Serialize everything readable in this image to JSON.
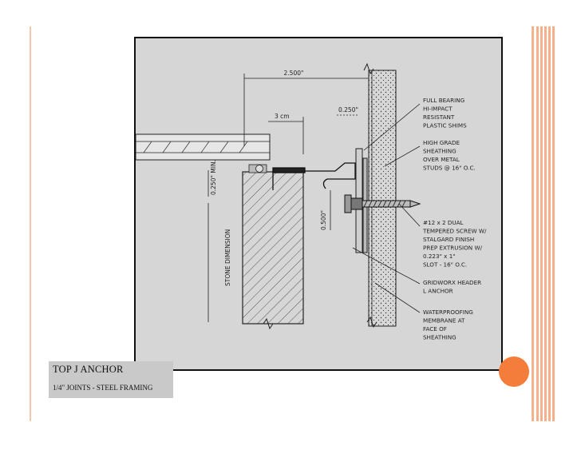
{
  "caption": {
    "title": "TOP J ANCHOR",
    "subtitle": "1/4\" JOINTS - STEEL FRAMING"
  },
  "drawing": {
    "dimensions": {
      "overall": "2.500\"",
      "joint": "3 cm",
      "shim_offset": "0.250\"",
      "min_label": "0.250\" MIN.",
      "slot_offset": "0.500\"",
      "stone": "STONE DIMENSION"
    },
    "callouts": [
      [
        "FULL BEARING",
        "HI-IMPACT",
        "RESISTANT",
        "PLASTIC SHIMS"
      ],
      [
        "HIGH GRADE",
        "SHEATHING",
        "OVER METAL",
        "STUDS @ 16\" O.C."
      ],
      [
        "#12 x 2  DUAL",
        "TEMPERED SCREW W/",
        "STALGARD FINISH",
        "PREP EXTRUSION W/",
        "0.223\" x 1\"",
        "SLOT - 16\" O.C."
      ],
      [
        "GRIDWORX HEADER",
        "L ANCHOR"
      ],
      [
        "WATERPROOFING",
        "MEMBRANE AT",
        "FACE OF",
        "SHEATHING"
      ]
    ]
  },
  "colors": {
    "accent": "#f47d3c",
    "stripes": "#f6b08c",
    "panel": "#d6d6d6",
    "caption_bg": "#c9c9c9"
  }
}
